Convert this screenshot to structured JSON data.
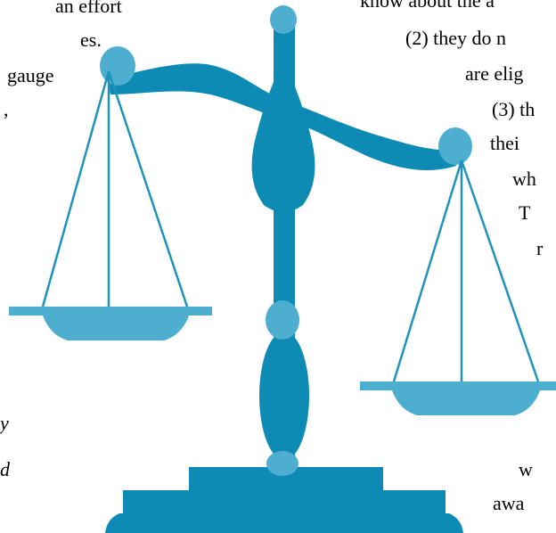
{
  "left_text": {
    "line_1": "an effort",
    "line_2": "es.",
    "line_3": "gauge",
    "line_4": ",",
    "line_5": "y",
    "line_6": "d"
  },
  "right_text": {
    "line_1": "know about the a",
    "line_2": "(2) they do n",
    "line_3": "are elig",
    "line_4": "(3) th",
    "line_5": "thei",
    "line_6": "wh",
    "line_7": "T",
    "line_8": "r",
    "line_9": "w",
    "line_10": "awa"
  },
  "illustration": {
    "name": "scales-of-justice",
    "colors": {
      "dark": "#0e8bb5",
      "light": "#4daed0"
    }
  }
}
